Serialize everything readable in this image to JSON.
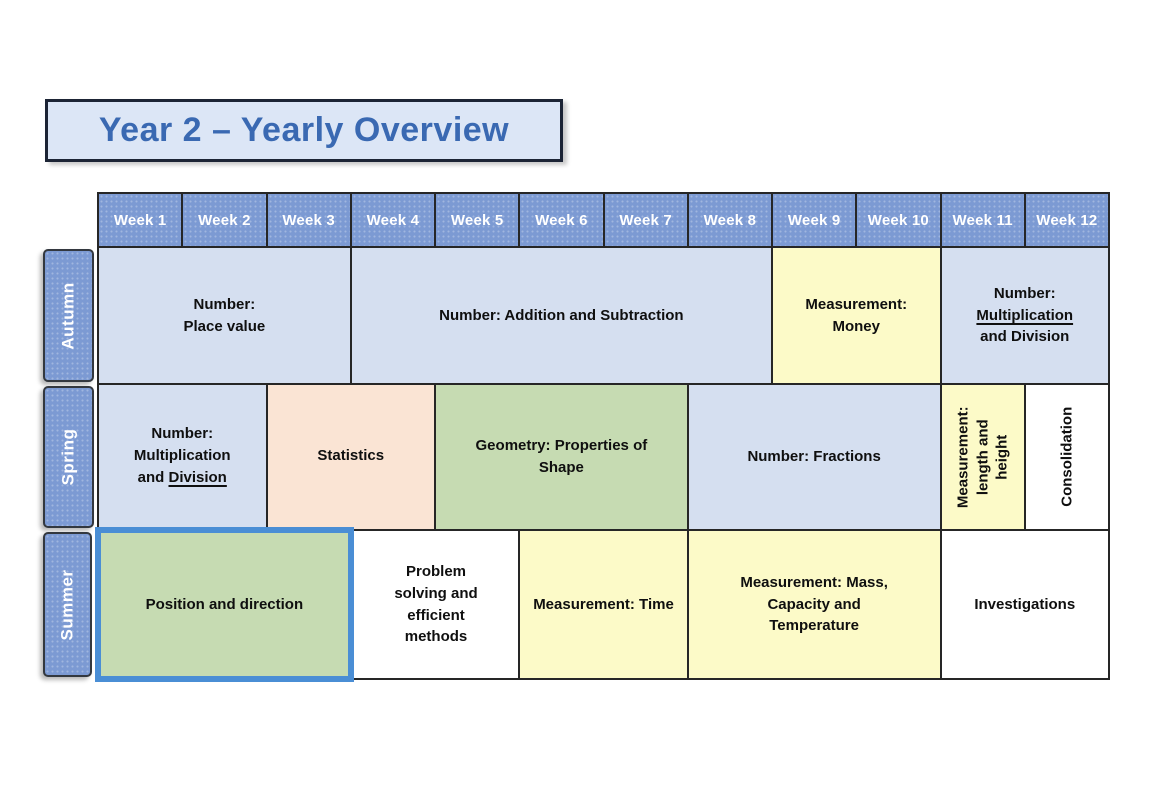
{
  "title": {
    "text": "Year 2 – Yearly Overview"
  },
  "header": {
    "weeks": [
      "Week 1",
      "Week 2",
      "Week 3",
      "Week 4",
      "Week 5",
      "Week 6",
      "Week 7",
      "Week 8",
      "Week 9",
      "Week 10",
      "Week 11",
      "Week 12"
    ]
  },
  "terms": {
    "autumn": "Autumn",
    "spring": "Spring",
    "summer": "Summer"
  },
  "cells": {
    "autumn_place_value": {
      "lines": [
        "Number:",
        "Place value"
      ]
    },
    "autumn_addition_subtraction": {
      "lines": [
        "Number: Addition and Subtraction"
      ]
    },
    "autumn_money": {
      "lines": [
        "Measurement:",
        "Money"
      ]
    },
    "autumn_multiplication_division": {
      "lines": [
        "Number:",
        {
          "underlined": "Multiplication"
        },
        "and Division"
      ]
    },
    "spring_multiplication_division": {
      "lines": [
        "Number:",
        "Multiplication",
        {
          "plain": "and",
          "underlined": "Division"
        }
      ]
    },
    "spring_statistics": {
      "lines": [
        "Statistics"
      ]
    },
    "spring_geometry": {
      "lines": [
        "Geometry: Properties of",
        "Shape"
      ]
    },
    "spring_fractions": {
      "lines": [
        "Number: Fractions"
      ]
    },
    "spring_length_height": {
      "lines": [
        "Measurement:",
        "length and",
        "height"
      ]
    },
    "spring_consolidation": {
      "lines": [
        "Consolidation"
      ]
    },
    "summer_position_direction": {
      "lines": [
        "Position and direction"
      ]
    },
    "summer_problem_solving": {
      "lines": [
        "Problem",
        "solving and",
        "efficient",
        "methods"
      ]
    },
    "summer_time": {
      "lines": [
        "Measurement: Time"
      ]
    },
    "summer_mass_capacity_temperature": {
      "lines": [
        "Measurement: Mass,",
        "Capacity and",
        "Temperature"
      ]
    },
    "summer_investigations": {
      "lines": [
        "Investigations"
      ]
    }
  },
  "colors": {
    "header_blue": "#7c9ad3",
    "topic_blue": "#d5dff0",
    "topic_yellow": "#fcfac8",
    "topic_peach": "#fae4d4",
    "topic_green": "#c6dbb2",
    "topic_white": "#ffffff",
    "highlight_border": "#4a8ed5",
    "cell_border": "#262626",
    "title_text": "#3a69b2",
    "title_background": "#dce6f6"
  }
}
